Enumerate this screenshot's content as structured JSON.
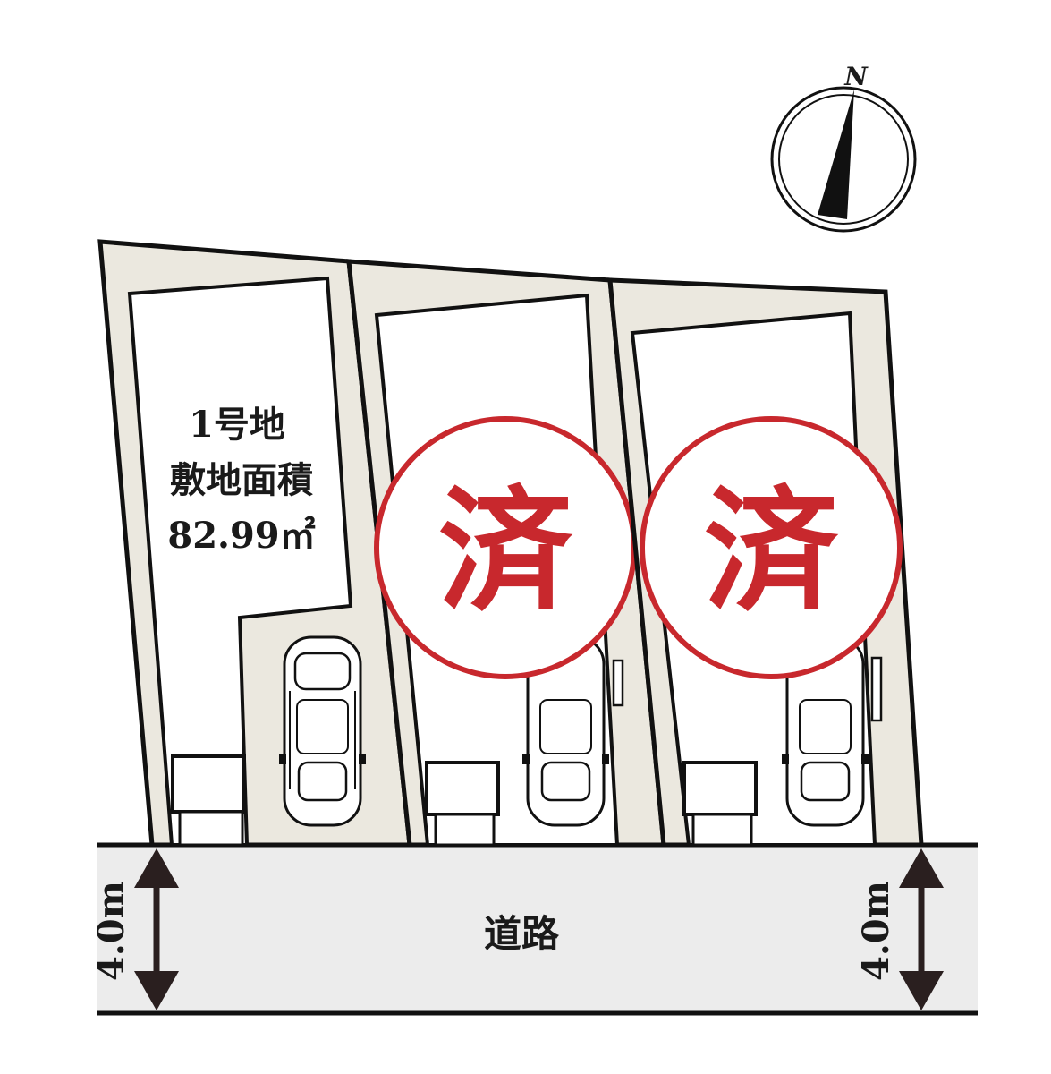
{
  "compass": {
    "north_label": "N"
  },
  "lot1": {
    "name": "1号地",
    "area_label": "敷地面積",
    "area_value": "82.99㎡"
  },
  "sold": {
    "mark": "済"
  },
  "road": {
    "label": "道路",
    "width_left": "4.0m",
    "width_right": "4.0m"
  },
  "colors": {
    "lot_fill": "#ebe8df",
    "road_fill": "#ececec",
    "line": "#111111",
    "sold_red": "#c8282d",
    "arrow": "#2a1f1f"
  }
}
